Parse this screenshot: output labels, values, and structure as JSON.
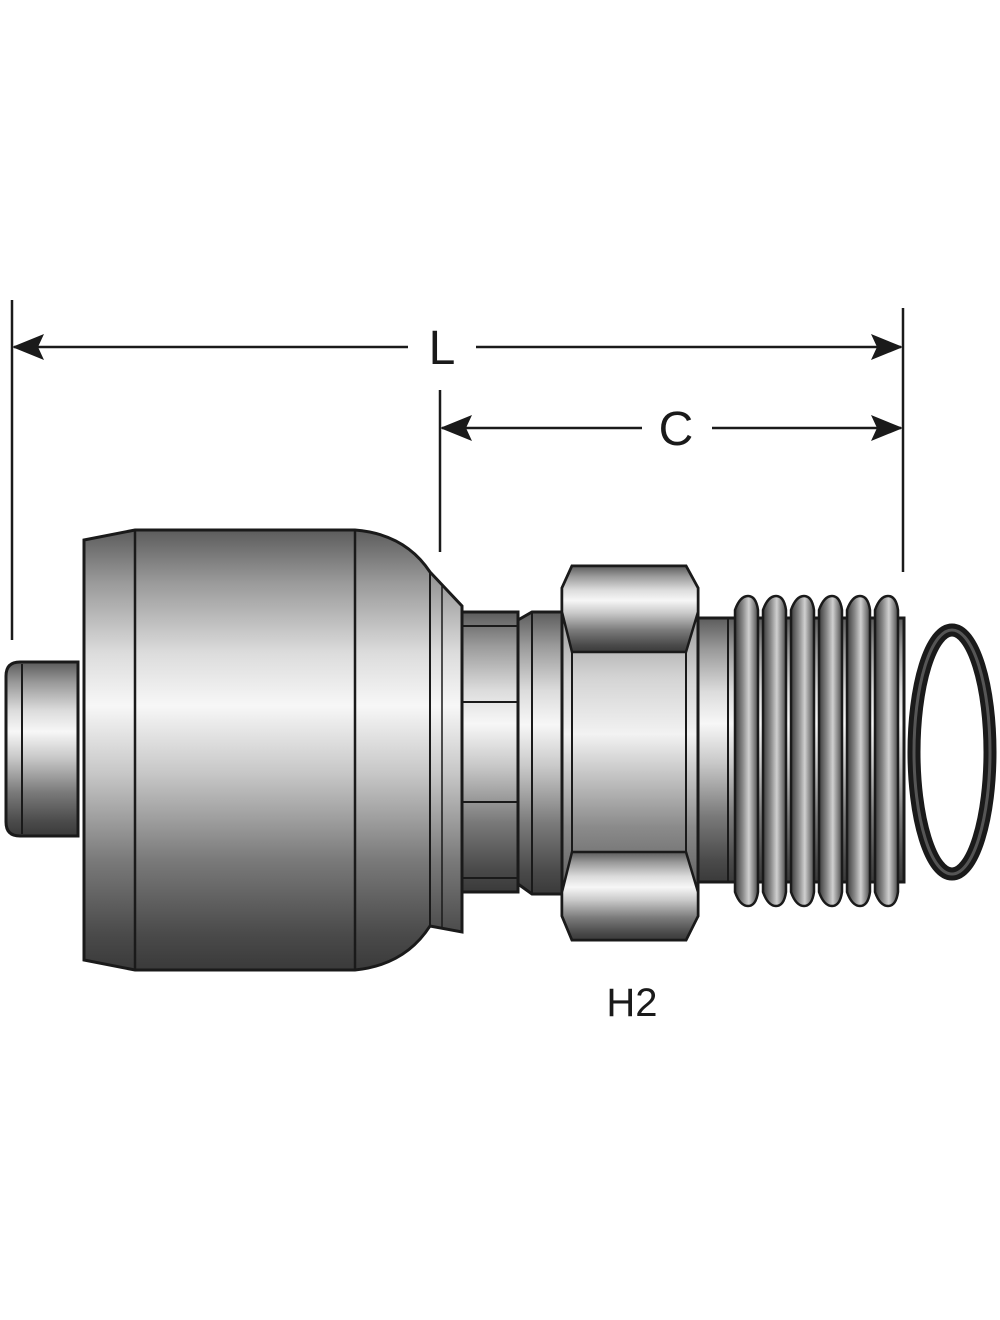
{
  "dimensions": {
    "overall_length_label": "L",
    "cut_off_label": "C"
  },
  "part": {
    "hex_size_label": "H2"
  }
}
